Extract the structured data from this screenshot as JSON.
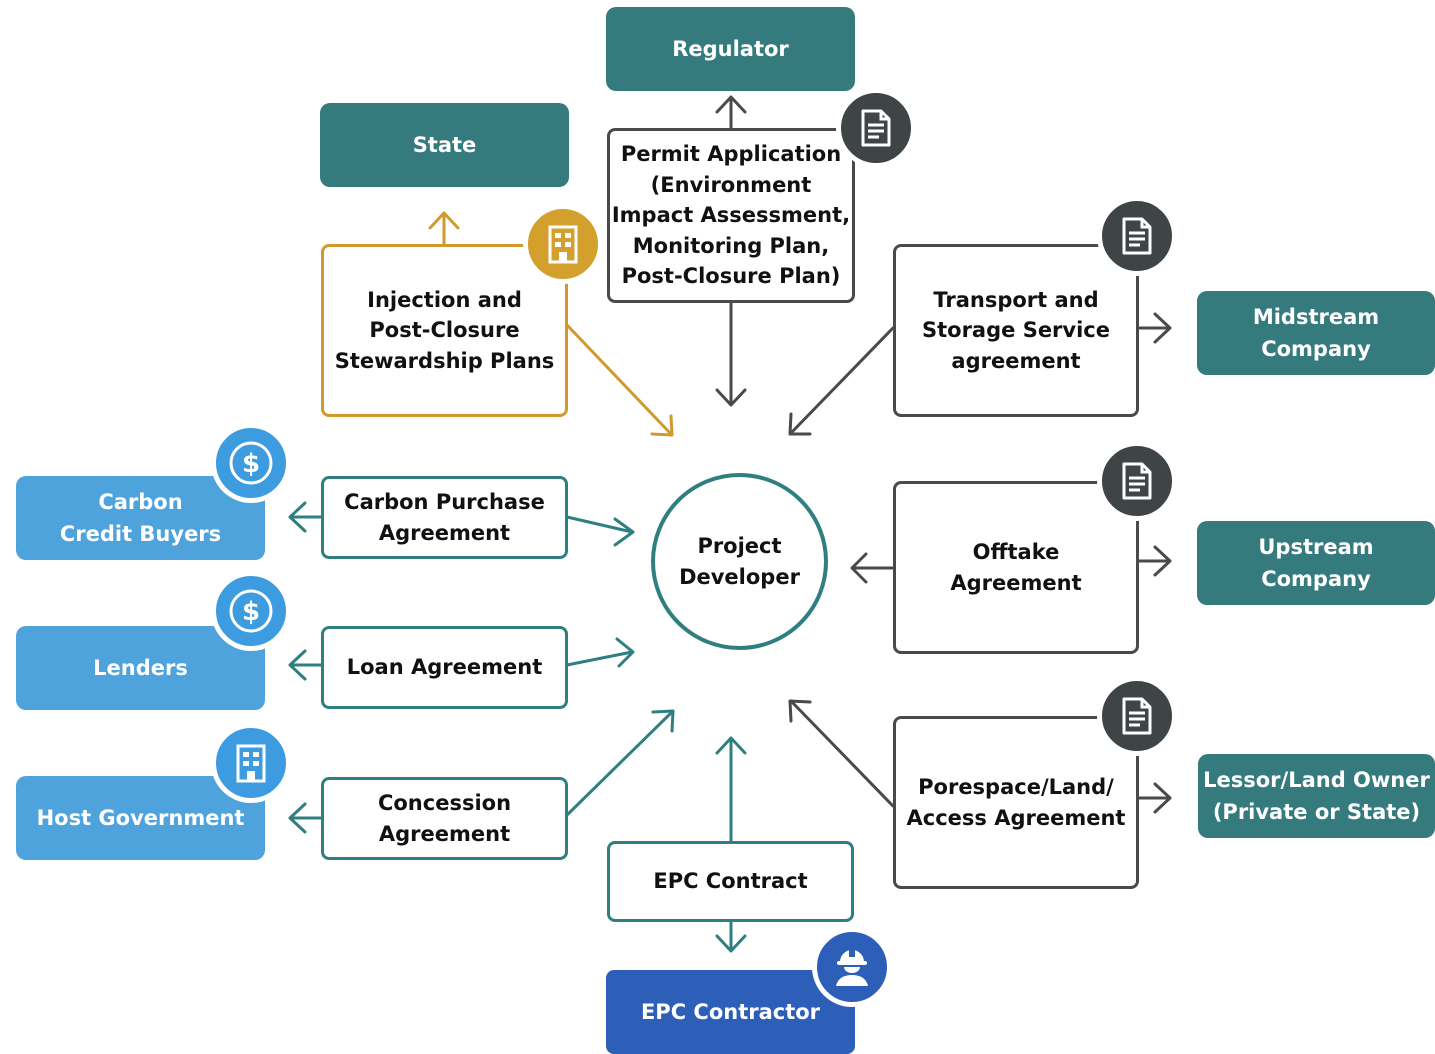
{
  "diagram": {
    "hub": {
      "label": "Project\nDeveloper"
    },
    "parties": {
      "regulator": "Regulator",
      "state": "State",
      "midstream": "Midstream\nCompany",
      "upstream": "Upstream\nCompany",
      "lessor": "Lessor/Land Owner\n(Private or State)",
      "carbon_buyers": "Carbon\nCredit Buyers",
      "lenders": "Lenders",
      "host_government": "Host Government",
      "epc_contractor": "EPC Contractor"
    },
    "agreements": {
      "permit": "Permit Application\n(Environment\nImpact Assessment,\nMonitoring Plan,\nPost-Closure Plan)",
      "injection": "Injection and\nPost-Closure\nStewardship Plans",
      "transport": "Transport and\nStorage Service\nagreement",
      "offtake": "Offtake\nAgreement",
      "porespace": "Porespace/Land/\nAccess Agreement",
      "carbon_purchase": "Carbon Purchase\nAgreement",
      "loan": "Loan Agreement",
      "concession": "Concession\nAgreement",
      "epc_contract": "EPC Contract"
    },
    "badges": {
      "permit": "document-icon",
      "injection": "building-icon",
      "transport": "document-icon",
      "offtake": "document-icon",
      "porespace": "document-icon",
      "carbon_buyers": "dollar-icon",
      "lenders": "dollar-icon",
      "host_government": "building-icon",
      "epc_contractor": "worker-icon"
    },
    "colors": {
      "teal_party": "#357b7e",
      "blue_party": "#4ea3dd",
      "navy_party": "#2d5fb8",
      "teal_line": "#2f7f81",
      "gray_line": "#4a4a4a",
      "gold_line": "#d19a2e"
    }
  }
}
